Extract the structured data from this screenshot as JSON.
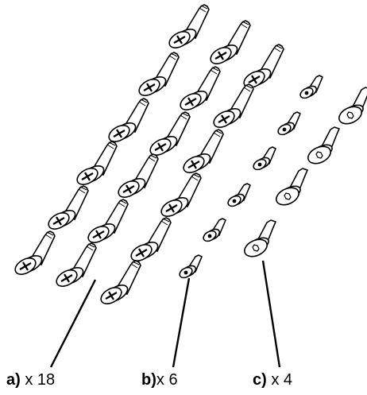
{
  "labels": [
    {
      "letter": "a)",
      "qty": "x 18",
      "count": 18,
      "type": "phillips-screw"
    },
    {
      "letter": "b)",
      "qty": "x 6",
      "count": 6,
      "type": "short-hex-bolt"
    },
    {
      "letter": "c)",
      "qty": "x 4",
      "count": 4,
      "type": "flat-head-hex-bolt"
    }
  ],
  "colors": {
    "ink": "#000000",
    "fill": "#ffffff"
  }
}
